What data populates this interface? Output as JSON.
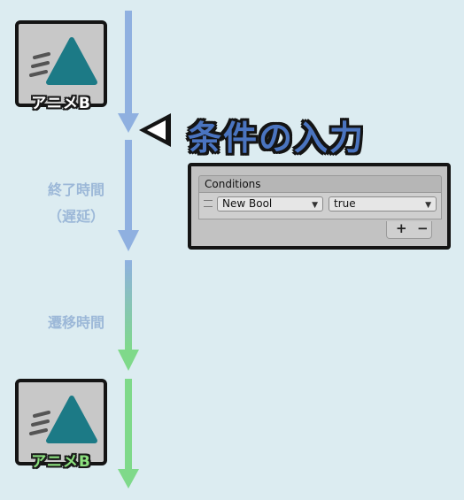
{
  "states": [
    {
      "label": "アニメB",
      "label_color": "#ffffff"
    },
    {
      "label": "アニメB",
      "label_color": "#8be07e"
    }
  ],
  "transition_labels": {
    "exit_time": "終了時間",
    "exit_time_paren": "（遅延）",
    "transition_time": "遷移時間"
  },
  "callout": {
    "title": "条件の入力",
    "arrow_icon": "left-triangle-icon"
  },
  "conditions_panel": {
    "header": "Conditions",
    "parameter": "New Bool",
    "value": "true",
    "add_label": "+",
    "remove_label": "−"
  },
  "colors": {
    "background": "#dcecf1",
    "arrow_blue": "#8fb0e0",
    "arrow_green": "#7fd98a",
    "title_blue": "#4a74c0",
    "state_icon": "#1c7a86"
  }
}
